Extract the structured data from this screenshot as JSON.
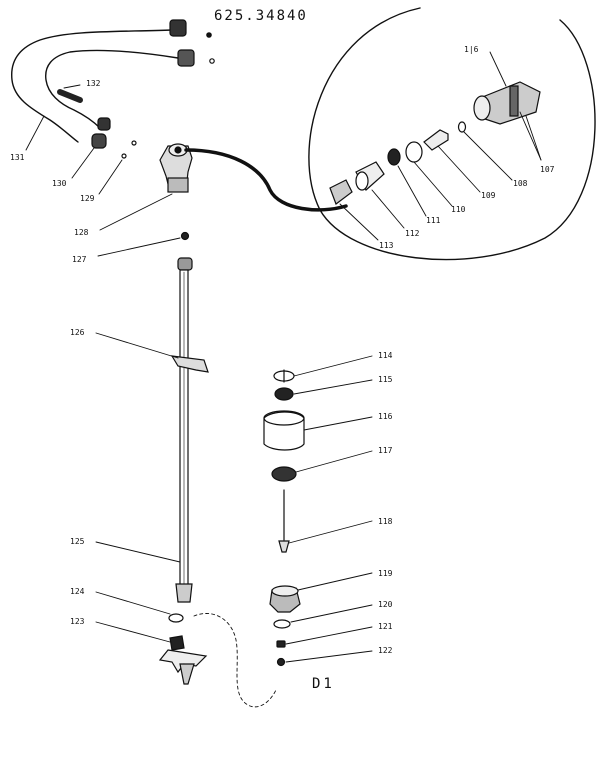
{
  "header": {
    "model_number": "625.34840"
  },
  "figure": {
    "label": "D1"
  },
  "callouts": [
    {
      "id": "106",
      "text": "1|6"
    },
    {
      "id": "107",
      "text": "107"
    },
    {
      "id": "108",
      "text": "108"
    },
    {
      "id": "109",
      "text": "109"
    },
    {
      "id": "110",
      "text": "110"
    },
    {
      "id": "111",
      "text": "111"
    },
    {
      "id": "112",
      "text": "112"
    },
    {
      "id": "113",
      "text": "113"
    },
    {
      "id": "114",
      "text": "114"
    },
    {
      "id": "115",
      "text": "115"
    },
    {
      "id": "116",
      "text": "116"
    },
    {
      "id": "117",
      "text": "117"
    },
    {
      "id": "118",
      "text": "118"
    },
    {
      "id": "119",
      "text": "119"
    },
    {
      "id": "120",
      "text": "120"
    },
    {
      "id": "121",
      "text": "121"
    },
    {
      "id": "122",
      "text": "122"
    },
    {
      "id": "123",
      "text": "123"
    },
    {
      "id": "124",
      "text": "124"
    },
    {
      "id": "125",
      "text": "125"
    },
    {
      "id": "126",
      "text": "126"
    },
    {
      "id": "127",
      "text": "127"
    },
    {
      "id": "128",
      "text": "128"
    },
    {
      "id": "129",
      "text": "129"
    },
    {
      "id": "130",
      "text": "130"
    },
    {
      "id": "131",
      "text": "131"
    },
    {
      "id": "132",
      "text": "132"
    }
  ]
}
